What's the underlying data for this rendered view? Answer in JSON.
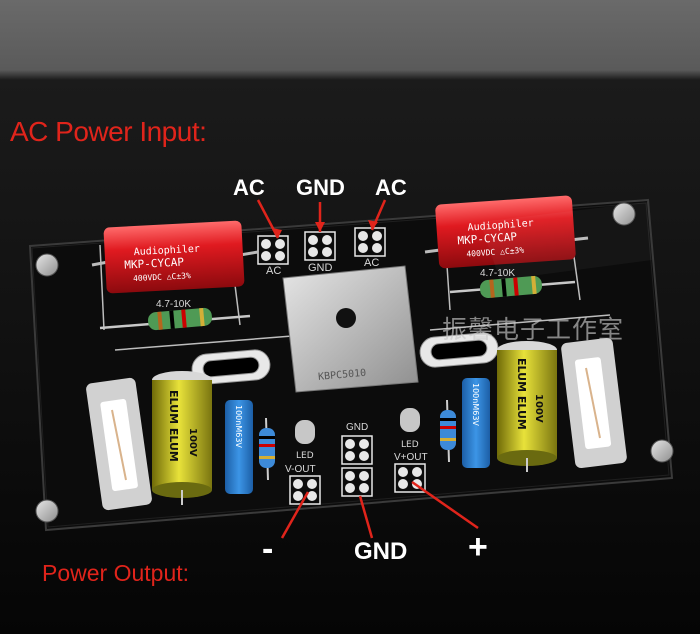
{
  "labels": {
    "ac_power_input": "AC Power Input:",
    "power_output": "Power Output:",
    "ac_left": "AC",
    "gnd_top": "GND",
    "ac_right": "AC",
    "minus": "-",
    "gnd_bottom": "GND",
    "plus": "+",
    "watermark": "振馨电子工作室"
  },
  "silkscreen": {
    "cap_brand": "Audiophiler",
    "cap_model": "MKP-CYCAP",
    "cap_rating": "400VDC △C±3%",
    "resistor_value": "4.7-10K",
    "pad_ac": "AC",
    "pad_gnd": "GND",
    "gnd_out": "GND",
    "led": "LED",
    "v_out_minus": "V-OUT",
    "v_out_plus": "V+OUT",
    "bridge_code": "KBPC5010",
    "electrolytic_brand": "ELUM ELUM",
    "electrolytic_value": "100V",
    "film_cap_value": "100nM63V"
  },
  "colors": {
    "label_red": "#e0241b",
    "label_white": "#ffffff",
    "pcb_black": "#0c0c0c",
    "cap_red": "#d8161c",
    "electrolytic_yellow": "#c8c21a",
    "film_blue": "#2a7fcf"
  }
}
